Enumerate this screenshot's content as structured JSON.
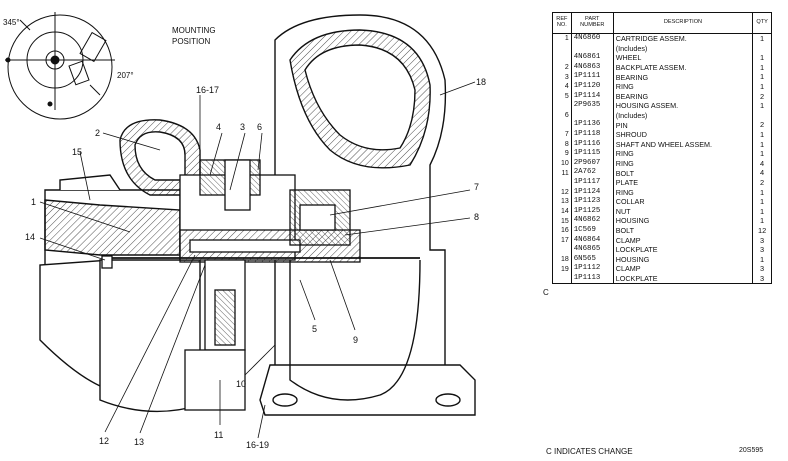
{
  "mounting": {
    "line1": "MOUNTING",
    "line2": "POSITION",
    "angle_a": "345°",
    "angle_b": "207°"
  },
  "callouts": [
    "1",
    "2",
    "3",
    "4",
    "5",
    "6",
    "7",
    "8",
    "9",
    "10",
    "11",
    "12",
    "13",
    "14",
    "15",
    "16-17",
    "16-19",
    "18"
  ],
  "table": {
    "headers": {
      "ref": "REF NO.",
      "part": "PART NUMBER",
      "desc": "DESCRIPTION",
      "qty": "QTY"
    },
    "rows": [
      {
        "ref": "1",
        "part": "4N6860",
        "desc": "CARTRIDGE ASSEM.",
        "qty": "1"
      },
      {
        "ref": "",
        "part": "",
        "desc": "(Includes)",
        "qty": ""
      },
      {
        "ref": "",
        "part": "4N6861",
        "desc": "WHEEL",
        "qty": "1"
      },
      {
        "ref": "2",
        "part": "4N6863",
        "desc": "BACKPLATE ASSEM.",
        "qty": "1"
      },
      {
        "ref": "3",
        "part": "1P1111",
        "desc": "BEARING",
        "qty": "1"
      },
      {
        "ref": "4",
        "part": "1P1120",
        "desc": "RING",
        "qty": "1"
      },
      {
        "ref": "5",
        "part": "1P1114",
        "desc": "BEARING",
        "qty": "2"
      },
      {
        "ref": "",
        "part": "2P9635",
        "desc": "HOUSING ASSEM.",
        "qty": "1"
      },
      {
        "ref": "6",
        "part": "",
        "desc": "(Includes)",
        "qty": ""
      },
      {
        "ref": "",
        "part": "1P1136",
        "desc": "PIN",
        "qty": "2"
      },
      {
        "ref": "7",
        "part": "1P1118",
        "desc": "SHROUD",
        "qty": "1"
      },
      {
        "ref": "8",
        "part": "1P1116",
        "desc": "SHAFT AND WHEEL ASSEM.",
        "qty": "1"
      },
      {
        "ref": "9",
        "part": "1P1115",
        "desc": "RING",
        "qty": "1"
      },
      {
        "ref": "10",
        "part": "2P9607",
        "desc": "RING",
        "qty": "4"
      },
      {
        "ref": "11",
        "part": "2A762",
        "desc": "BOLT",
        "qty": "4"
      },
      {
        "ref": "",
        "part": "1P1117",
        "desc": "PLATE",
        "qty": "2"
      },
      {
        "ref": "12",
        "part": "1P1124",
        "desc": "RING",
        "qty": "1"
      },
      {
        "ref": "13",
        "part": "1P1123",
        "desc": "COLLAR",
        "qty": "1"
      },
      {
        "ref": "14",
        "part": "1P1125",
        "desc": "NUT",
        "qty": "1"
      },
      {
        "ref": "15",
        "part": "4N6862",
        "desc": "HOUSING",
        "qty": "1"
      },
      {
        "ref": "16",
        "part": "1C569",
        "desc": "BOLT",
        "qty": "12"
      },
      {
        "ref": "17",
        "part": "4N6864",
        "desc": "CLAMP",
        "qty": "3"
      },
      {
        "ref": "",
        "part": "4N6865",
        "desc": "LOCKPLATE",
        "qty": "3"
      },
      {
        "ref": "18",
        "part": "6N565",
        "desc": "HOUSING",
        "qty": "1"
      },
      {
        "ref": "19",
        "part": "1P1112",
        "desc": "CLAMP",
        "qty": "3"
      },
      {
        "ref": "",
        "part": "1P1113",
        "desc": "LOCKPLATE",
        "qty": "3"
      }
    ]
  },
  "change_marker": "C",
  "footer": {
    "change_note": "C INDICATES CHANGE",
    "code": "20S595"
  }
}
